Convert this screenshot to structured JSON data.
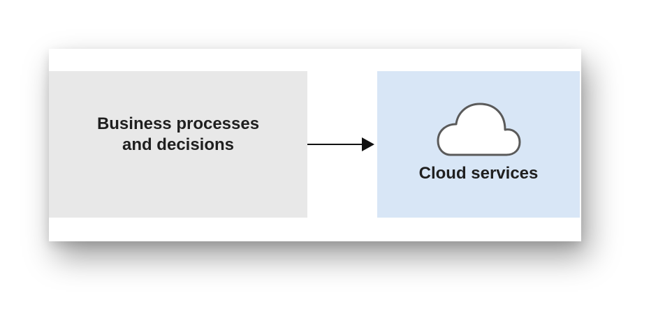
{
  "diagram": {
    "source_box": {
      "label": "Business processes\nand decisions"
    },
    "target_box": {
      "icon": "cloud-icon",
      "label": "Cloud services"
    },
    "connector": {
      "type": "arrow",
      "direction": "right"
    }
  },
  "colors": {
    "source_fill": "#e8e8e8",
    "target_fill": "#d8e6f6",
    "icon_stroke": "#5a5a5a",
    "text": "#1f1f1f"
  }
}
